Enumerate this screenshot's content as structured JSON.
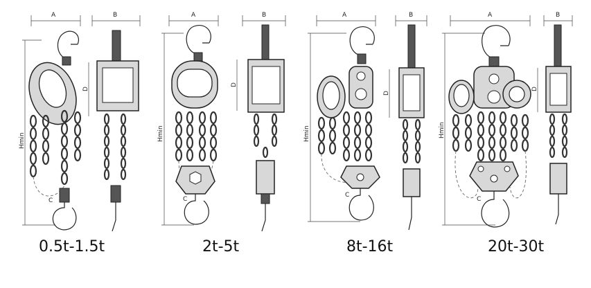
{
  "figures": [
    {
      "caption": "0.5t-1.5t",
      "dim_a": "A",
      "dim_b": "B",
      "dim_c": "C",
      "dim_d": "D",
      "dim_h": "Hmin"
    },
    {
      "caption": "2t-5t",
      "dim_a": "A",
      "dim_b": "B",
      "dim_c": "C",
      "dim_d": "D",
      "dim_h": "Hmin"
    },
    {
      "caption": "8t-16t",
      "dim_a": "A",
      "dim_b": "B",
      "dim_c": "C",
      "dim_d": "D",
      "dim_h": "Hmin"
    },
    {
      "caption": "20t-30t",
      "dim_a": "A",
      "dim_b": "B",
      "dim_c": "C",
      "dim_d": "D",
      "dim_h": "Hmin"
    }
  ]
}
